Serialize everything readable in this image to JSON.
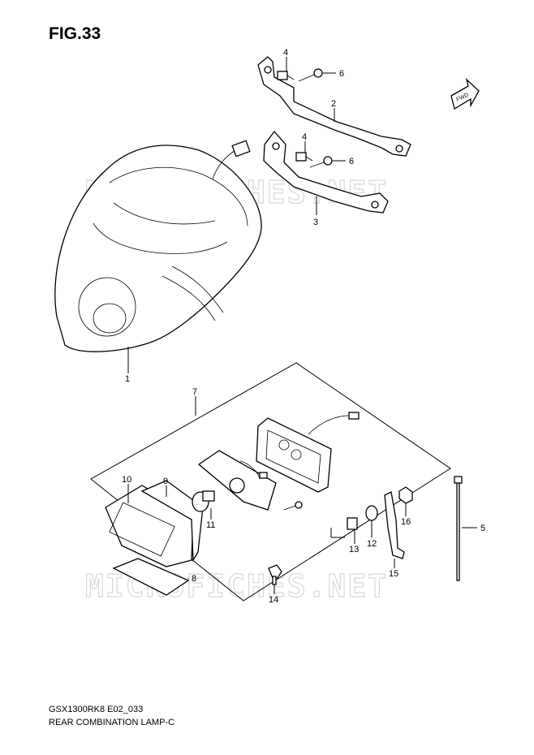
{
  "figure": {
    "title": "FIG.33"
  },
  "watermark": "MICROFICHES.NET",
  "direction_tag": "FWD",
  "footer": {
    "code": "GSX1300RK8 E02_033",
    "title": "REAR COMBINATION LAMP-C"
  },
  "callouts": [
    "1",
    "2",
    "3",
    "4",
    "4",
    "5",
    "6",
    "6",
    "7",
    "8",
    "9",
    "10",
    "11",
    "12",
    "13",
    "14",
    "15",
    "16"
  ],
  "icons": {
    "direction": "fwd-arrow-icon"
  }
}
